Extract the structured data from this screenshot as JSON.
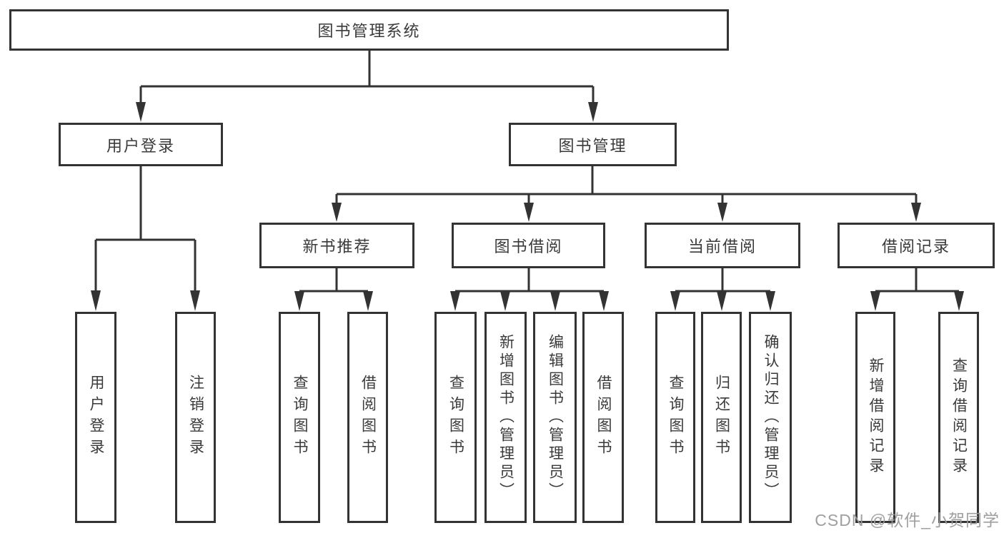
{
  "diagram": {
    "root": {
      "label": "图书管理系统"
    },
    "login": {
      "label": "用户登录",
      "children": [
        "用户登录",
        "注销登录"
      ]
    },
    "management": {
      "label": "图书管理",
      "groups": [
        {
          "label": "新书推荐",
          "children": [
            "查询图书",
            "借阅图书"
          ]
        },
        {
          "label": "图书借阅",
          "children": [
            "查询图书",
            "新增图书（管理员）",
            "编辑图书（管理员）",
            "借阅图书"
          ]
        },
        {
          "label": "当前借阅",
          "children": [
            "查询图书",
            "归还图书",
            "确认归还（管理员）"
          ]
        },
        {
          "label": "借阅记录",
          "children": [
            "新增借阅记录",
            "查询借阅记录"
          ]
        }
      ]
    }
  },
  "watermark": "CSDN @软件_小贺同学",
  "colors": {
    "line": "#333333",
    "box_border": "#333333",
    "text": "#3a3a3a",
    "watermark": "#9a9a9a",
    "background": "#ffffff"
  }
}
